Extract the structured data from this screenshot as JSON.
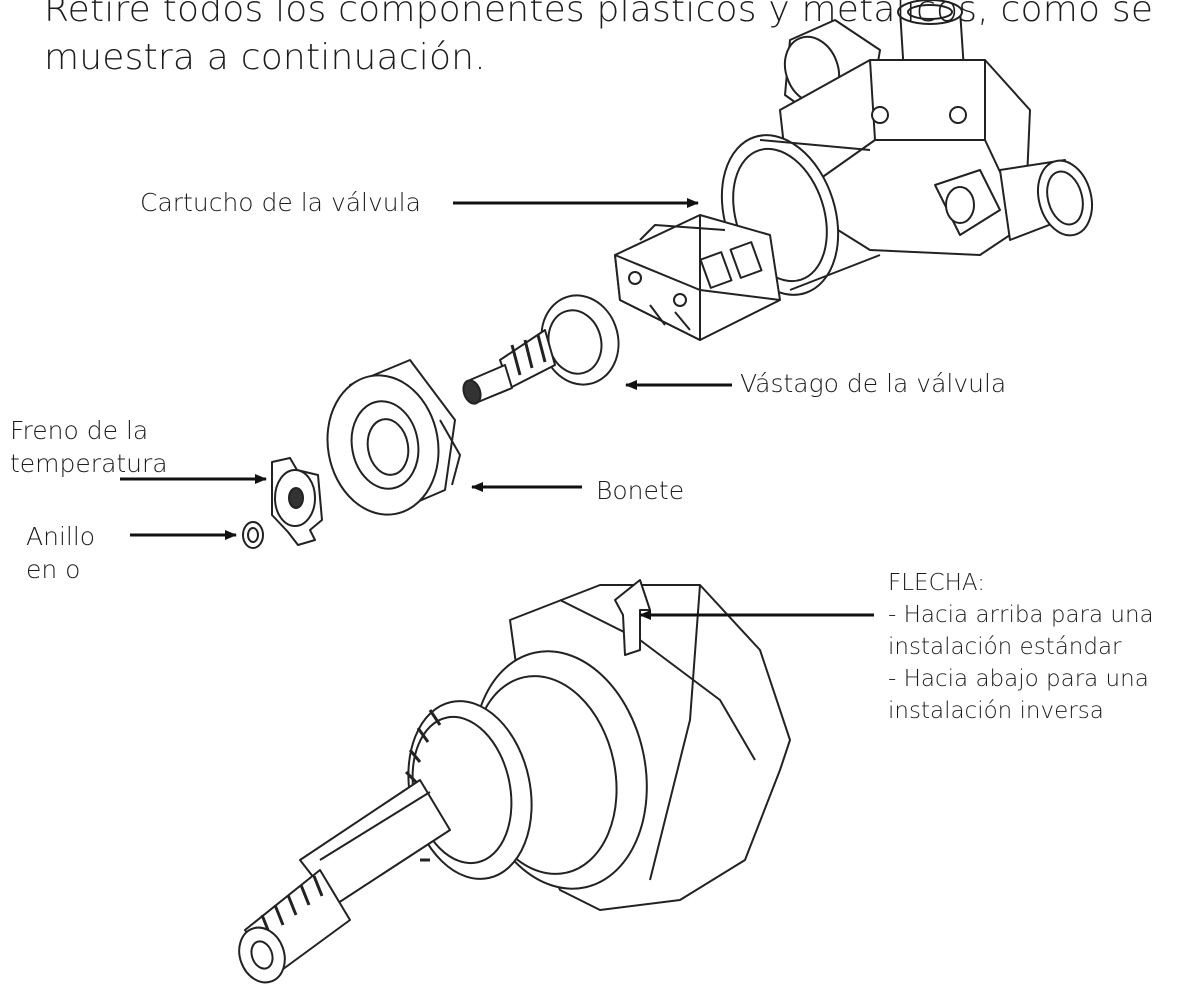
{
  "intro": {
    "line1": "Retire todos los componentes plásticos y metálicos, como se",
    "line2": "muestra a continuación."
  },
  "labels": {
    "cartucho": "Cartucho de la válvula",
    "vastago": "Vástago de la válvula",
    "freno": "Freno de la\ntemperatura",
    "bonete": "Bonete",
    "anillo": "Anillo\nen o",
    "flecha_title": "FLECHA:",
    "flecha_line1": "- Hacia arriba para una",
    "flecha_line2": "instalación estándar",
    "flecha_line3": "- Hacia abajo para una",
    "flecha_line4": "instalación inversa"
  },
  "colors": {
    "ink": "#1c1c1c",
    "line": "#222222",
    "background": "#ffffff"
  }
}
